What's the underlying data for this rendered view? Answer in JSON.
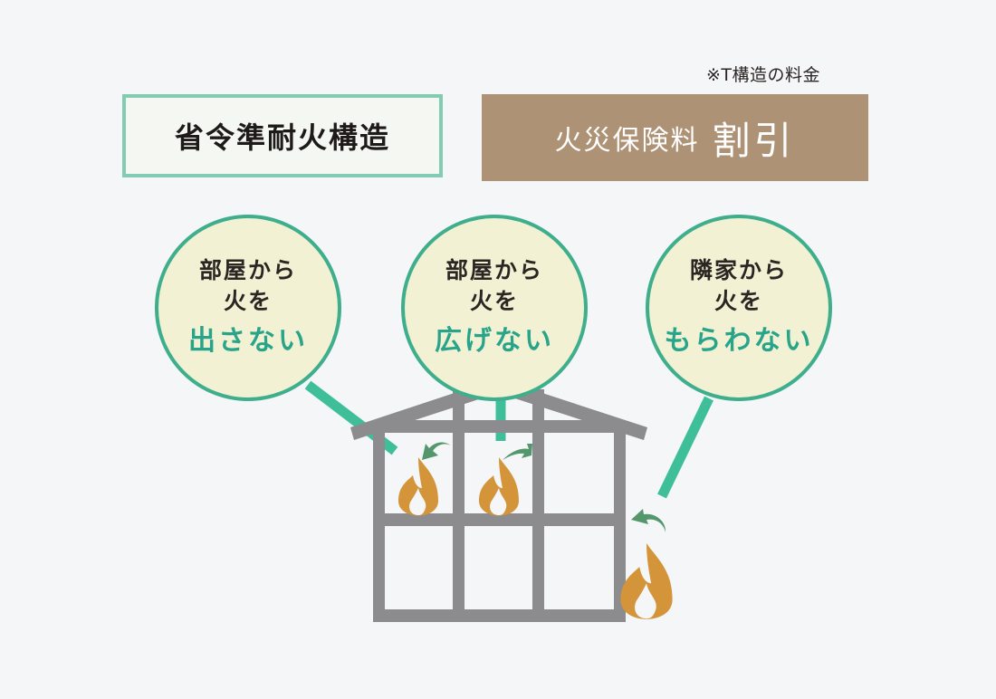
{
  "note": "※T構造の料金",
  "header": {
    "left_label": "省令準耐火構造",
    "right_label_main": "火災保険料",
    "right_label_emphasis": "割引"
  },
  "bubbles": [
    {
      "line1": "部屋から",
      "line2": "火を",
      "line3": "出さない"
    },
    {
      "line1": "部屋から",
      "line2": "火を",
      "line3": "広げない"
    },
    {
      "line1": "隣家から",
      "line2": "火を",
      "line3": "もらわない"
    }
  ],
  "colors": {
    "background": "#f4f6f8",
    "teal_border": "#3fae8c",
    "box_border": "#83cbb2",
    "bubble_fill": "#f3f1d3",
    "emphasis_text": "#27a48a",
    "brown_box": "#ad9275",
    "house_frame": "#8c8c8e",
    "flame": "#d3943a",
    "arrow": "#55976d"
  },
  "icons": [
    "flame-icon",
    "curved-arrow-icon",
    "house-frame-icon"
  ]
}
